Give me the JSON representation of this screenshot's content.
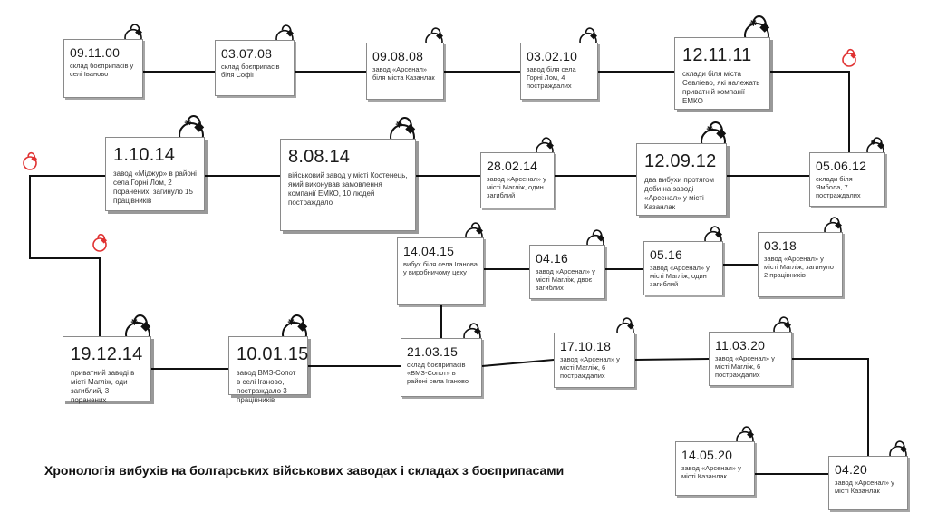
{
  "title": "Хронологія вибухів на болгарських військових заводах і складах з боєприпасами",
  "colors": {
    "line": "#111111",
    "box_border": "#8a8a8a",
    "bomb": "#111111",
    "bomb_highlight": "#e03131"
  },
  "icon": "bomb-icon",
  "events": [
    {
      "date": "09.11.00",
      "desc": "склад боєприпасів у селі Іваново"
    },
    {
      "date": "03.07.08",
      "desc": "склад боєприпасів біля Софії"
    },
    {
      "date": "09.08.08",
      "desc": "завод «Арсенал» біля міста Казанлак"
    },
    {
      "date": "03.02.10",
      "desc": "завод біля села Горні Лом, 4 постраждалих"
    },
    {
      "date": "12.11.11",
      "desc": "склади біля міста Севліево, які належать приватній компанії ЕМКО"
    },
    {
      "date": "05.06.12",
      "desc": "склади біля Ямбола, 7 постраждалих"
    },
    {
      "date": "12.09.12",
      "desc": "два вибухи протягом доби на заводі «Арсенал» у місті Казанлак"
    },
    {
      "date": "28.02.14",
      "desc": "завод «Арсенал» у місті Магліж, один загиблий"
    },
    {
      "date": "8.08.14",
      "desc": "військовий завод у місті Костенець, який виконував замовлення компанії ЕМКО, 10 людей постраждало"
    },
    {
      "date": "1.10.14",
      "desc": "завод «Міджур» в районі села Горні Лом, 2 поранених, загинуло 15 працівників"
    },
    {
      "date": "19.12.14",
      "desc": "приватний заводі в місті Магліж, оди загиблий, 3 поранених"
    },
    {
      "date": "10.01.15",
      "desc": "завод ВМЗ-Сопот в селі Іганово, постраждало 3 працівників"
    },
    {
      "date": "21.03.15",
      "desc": "склад боєприпасів «ВМЗ-Сопот» в районі села Іганово"
    },
    {
      "date": "14.04.15",
      "desc": "вибух біля села Іганова у виробничому цеху"
    },
    {
      "date": "04.16",
      "desc": "завод «Арсенал» у місті Магліж, двоє загиблих"
    },
    {
      "date": "05.16",
      "desc": "завод «Арсенал» у місті Магліж, один загиблий"
    },
    {
      "date": "03.18",
      "desc": "завод «Арсенал» у місті Магліж, загинуло 2 працівників"
    },
    {
      "date": "17.10.18",
      "desc": "завод «Арсенал» у місті Магліж, 6 постраждалих"
    },
    {
      "date": "11.03.20",
      "desc": "завод «Арсенал» у місті Магліж, 6 постраждалих"
    },
    {
      "date": "04.20",
      "desc": "завод «Арсенал» у місті Казанлак"
    },
    {
      "date": "14.05.20",
      "desc": "завод «Арсенал» у місті Казанлак"
    }
  ]
}
